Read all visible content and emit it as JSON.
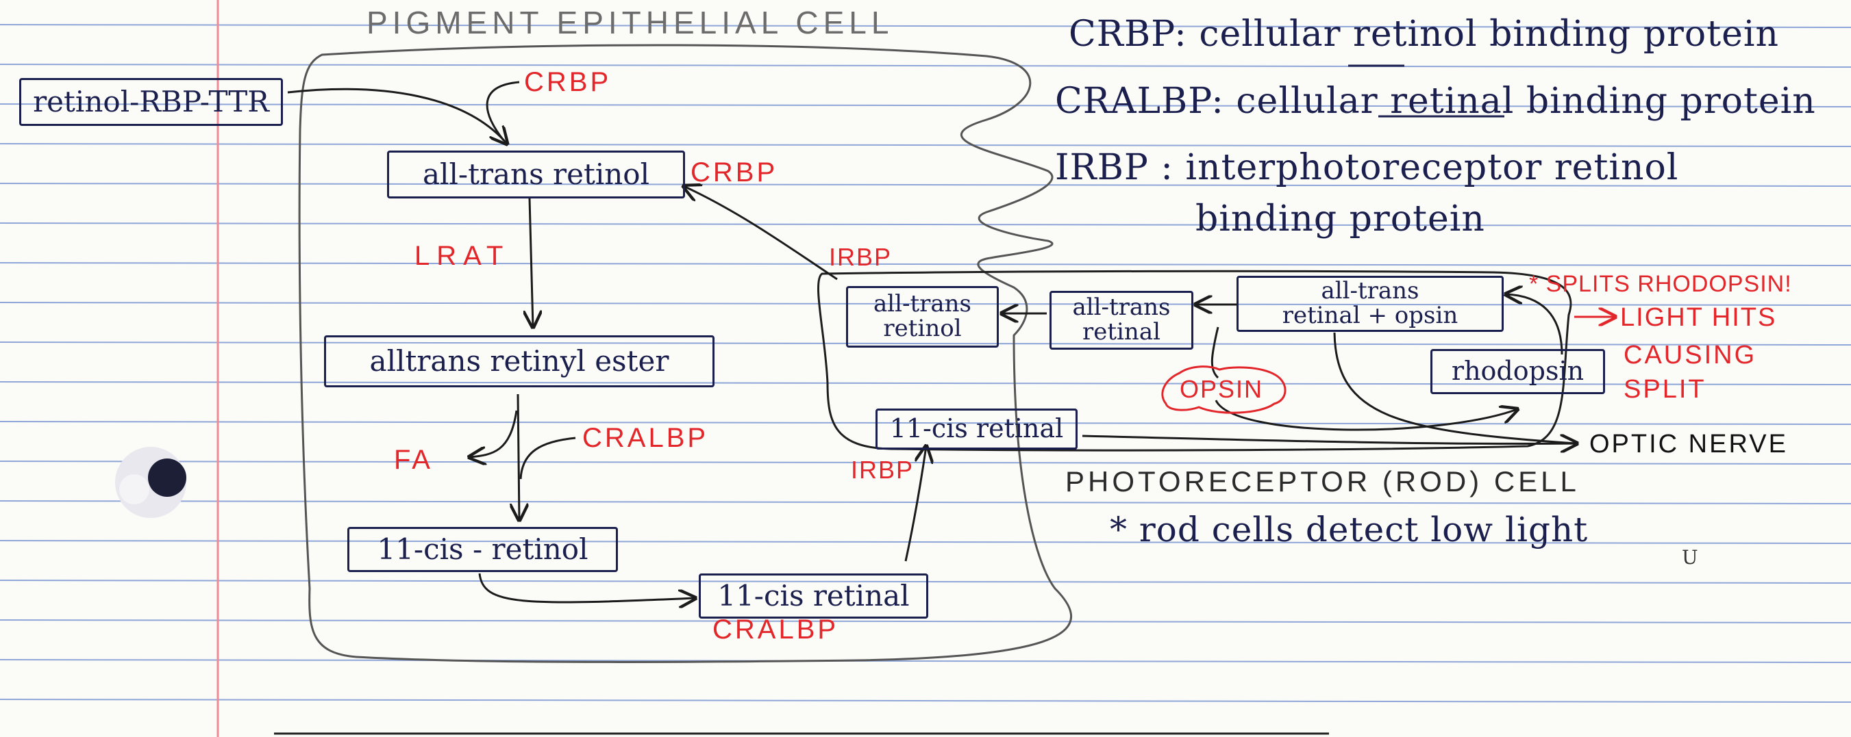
{
  "cell_labels": {
    "pigment_epithelial": "PIGMENT EPITHELIAL CELL",
    "photoreceptor": "PHOTORECEPTOR (ROD) CELL"
  },
  "definitions": {
    "crbp": "CRBP: cellular retinol binding protein",
    "cralbp": "CRALBP: cellular retinal binding protein",
    "irbp_line1": "IRBP : interphotoreceptor retinol",
    "irbp_line2": "binding protein"
  },
  "boxes": {
    "retinol_rbp_ttr": "retinol-RBP-TTR",
    "all_trans_retinol_pe": "all-trans retinol",
    "all_trans_retinyl_ester": "alltrans retinyl ester",
    "eleven_cis_retinol": "11-cis - retinol",
    "eleven_cis_retinal_pe": "11-cis retinal",
    "rod_all_trans_retinol": [
      "all-trans",
      "retinol"
    ],
    "rod_all_trans_retinal": [
      "all-trans",
      "retinal"
    ],
    "rod_all_trans_retinal_opsin": [
      "all-trans",
      "retinal  + opsin"
    ],
    "rhodopsin": "rhodopsin",
    "rod_eleven_cis_retinal": "11-cis retinal"
  },
  "red_labels": {
    "crbp_top": "CRBP",
    "crbp_side": "CRBP",
    "lrat": "LRAT",
    "cralbp_mid": "CRALBP",
    "fa": "FA",
    "cralbp_bottom": "CRALBP",
    "irbp_top": "IRBP",
    "irbp_bottom": "IRBP",
    "opsin": "OPSIN",
    "splits": "* SPLITS RHODOPSIN!",
    "light_hits": "LIGHT HITS",
    "causing": "CAUSING",
    "split": "SPLIT"
  },
  "other_labels": {
    "optic_nerve": "OPTIC NERVE",
    "rod_note": "* rod cells detect low light",
    "cu": "U"
  },
  "colors": {
    "ink": "#1b1f4d",
    "red_ink": "#e3262a",
    "pencil": "#6c6c6c",
    "rule_line": "#8fa6d8",
    "margin_line": "#f08a94",
    "paper": "#fbfbf8"
  }
}
